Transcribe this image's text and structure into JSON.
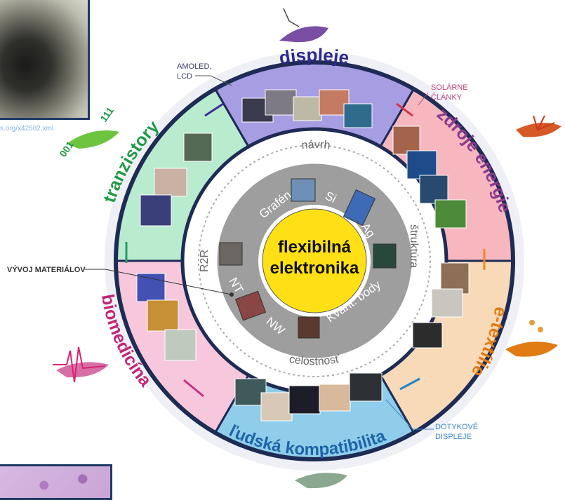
{
  "center": {
    "line1": "flexibilná",
    "line2": "elektronika"
  },
  "inner_ring": [
    "Grafén",
    "Si",
    "Ag",
    "Kvant. body",
    "NW",
    "NT"
  ],
  "middle_ring": [
    "návrh",
    "štruktúra",
    "celostnosť",
    "R2R"
  ],
  "outer_sectors": [
    {
      "label": "displeje",
      "color": "#a79de3",
      "text_color": "#2e2a8c"
    },
    {
      "label": "zdroje energie",
      "color": "#f6b7bf",
      "text_color": "#8a3b8f"
    },
    {
      "label": "e-textílie",
      "color": "#f8d9b8",
      "text_color": "#e07b14"
    },
    {
      "label": "ľudská kompatibilita",
      "color": "#8fcdea",
      "text_color": "#1f63a9"
    },
    {
      "label": "biomedicína",
      "color": "#f7c7dc",
      "text_color": "#c3267a"
    },
    {
      "label": "tranzistory",
      "color": "#b9ebcf",
      "text_color": "#209a45"
    }
  ],
  "callouts": {
    "amoled": [
      "AMOLED,",
      "LCD"
    ],
    "solar": [
      "SOLÁRNE",
      "ČLÁNKY"
    ],
    "touch": [
      "DOTYKOVÉ",
      "DISPLEJE"
    ],
    "materials": "VÝVOJ MATERIÁLOV"
  },
  "crystal_labels": [
    "001",
    "111"
  ],
  "url_fragment": "s.org/x42582.xml"
}
